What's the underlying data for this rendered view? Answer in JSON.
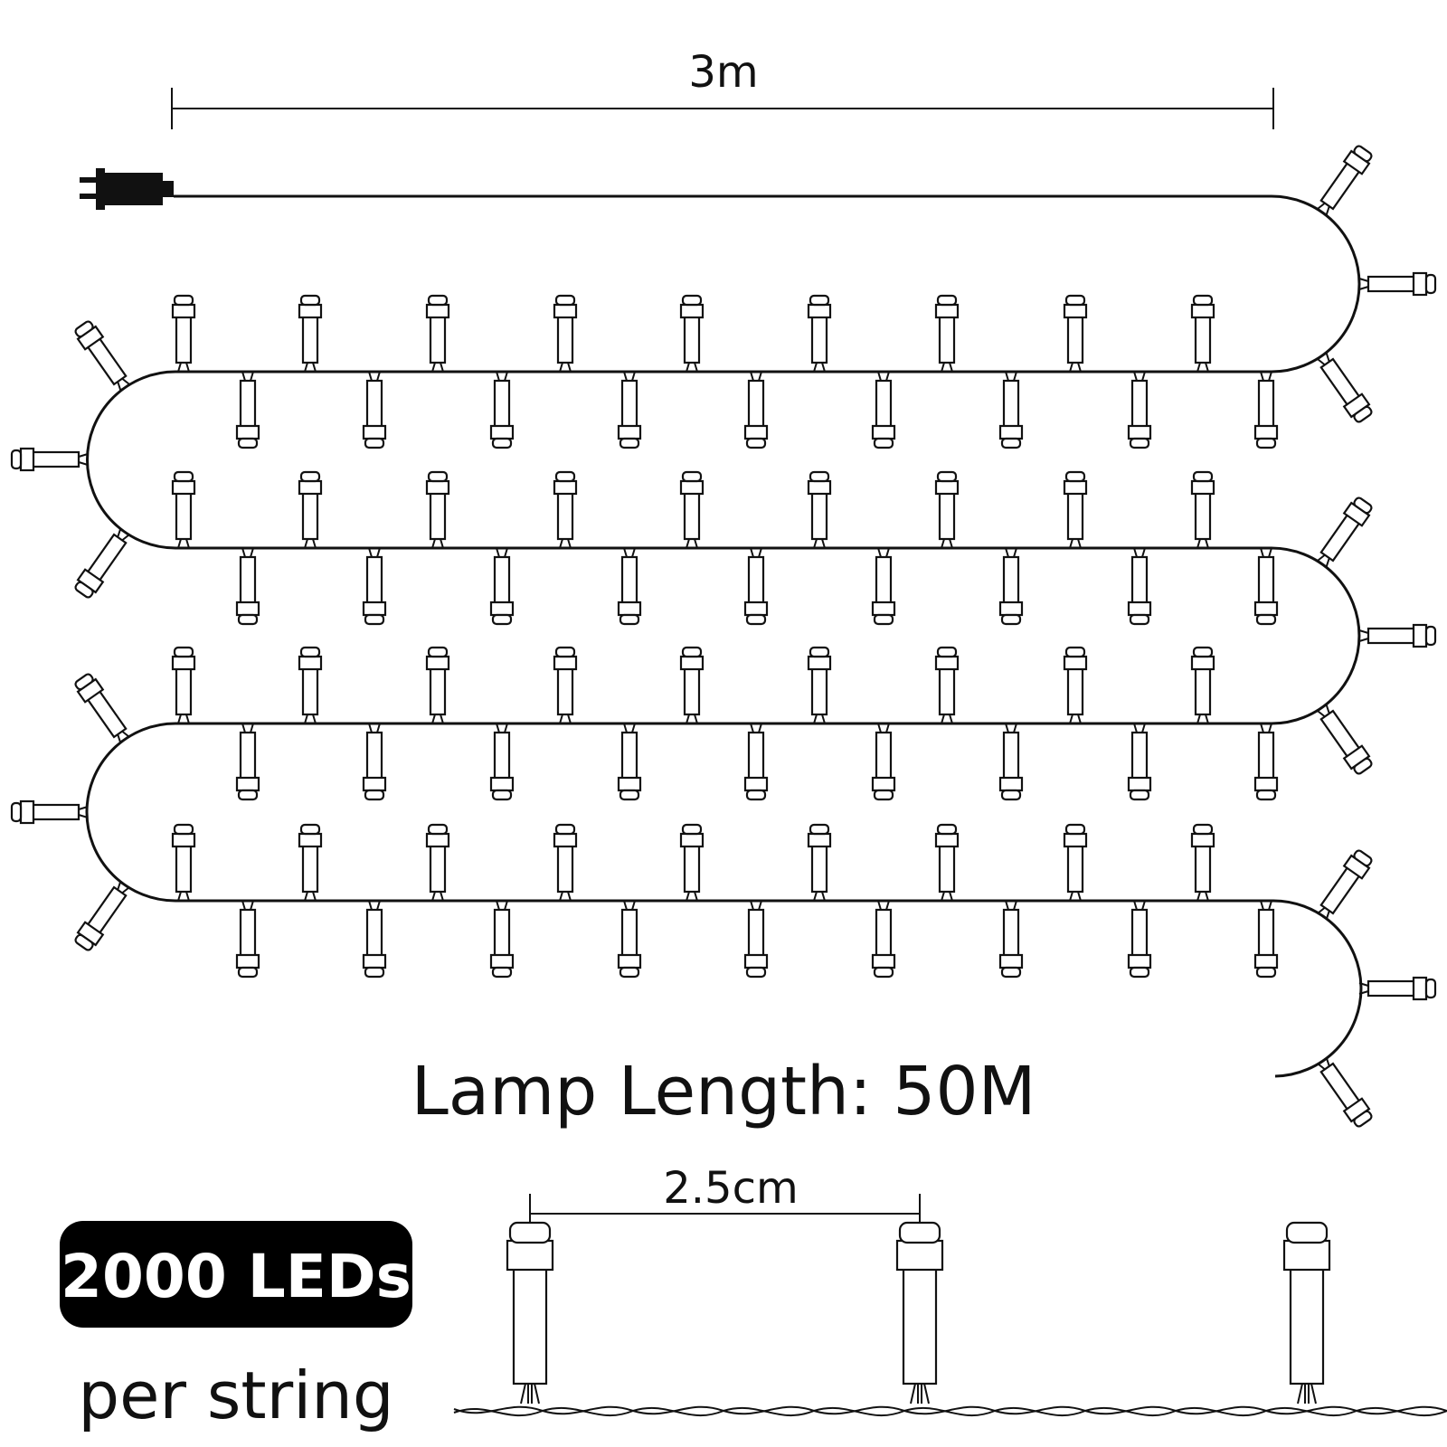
{
  "diagram": {
    "row_length_label": "3m",
    "lamp_length_label": "Lamp Length: 50M",
    "spacing_label": "2.5cm",
    "led_count_label": "2000 LEDs",
    "per_string_label": "per string"
  },
  "colors": {
    "ink": "#111111",
    "badge_background": "#000000",
    "badge_text": "#ffffff",
    "background": "#ffffff"
  },
  "icons": [
    "power-plug-icon",
    "led-bulb-icon"
  ]
}
